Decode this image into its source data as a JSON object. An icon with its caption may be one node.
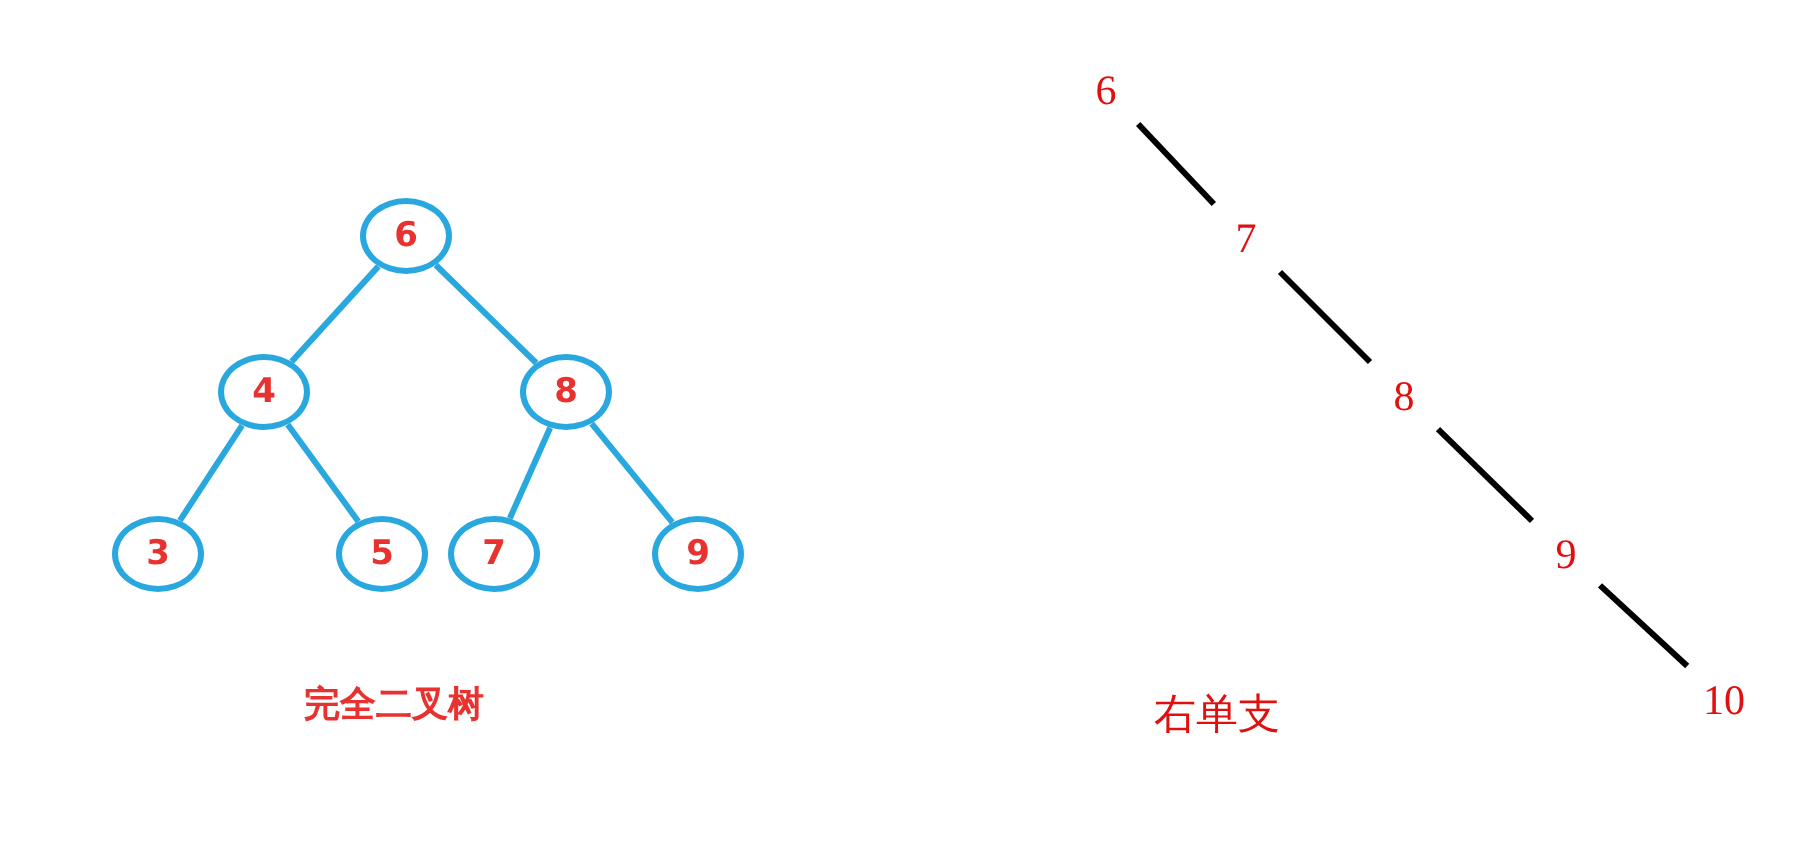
{
  "diagram": {
    "nodes": [
      {
        "text": [
          "6"
        ]
      },
      {
        "text": [
          "4"
        ]
      },
      {
        "text": [
          "8"
        ]
      },
      {
        "text": [
          "3"
        ]
      },
      {
        "text": [
          "5"
        ]
      },
      {
        "text": [
          "7"
        ]
      },
      {
        "text": [
          "9"
        ]
      },
      {
        "text": [
          "6"
        ]
      },
      {
        "text": [
          "7"
        ]
      },
      {
        "text": [
          "8"
        ]
      },
      {
        "text": [
          "9"
        ]
      },
      {
        "text": [
          "10"
        ]
      }
    ],
    "edges": [
      {
        "from": 0,
        "to": 1,
        "arrow": "none"
      },
      {
        "from": 0,
        "to": 2,
        "arrow": "none"
      },
      {
        "from": 1,
        "to": 3,
        "arrow": "none"
      },
      {
        "from": 1,
        "to": 4,
        "arrow": "none"
      },
      {
        "from": 2,
        "to": 5,
        "arrow": "none"
      },
      {
        "from": 2,
        "to": 6,
        "arrow": "none"
      },
      {
        "from": 7,
        "to": 8,
        "arrow": "none",
        "color": "#000000"
      },
      {
        "from": 8,
        "to": 9,
        "arrow": "none",
        "color": "#000000"
      },
      {
        "from": 9,
        "to": 10,
        "arrow": "none",
        "color": "#000000"
      },
      {
        "from": 10,
        "to": 11,
        "arrow": "none",
        "color": "#000000"
      }
    ],
    "labels": [
      "完全二叉树",
      "右单支"
    ]
  }
}
